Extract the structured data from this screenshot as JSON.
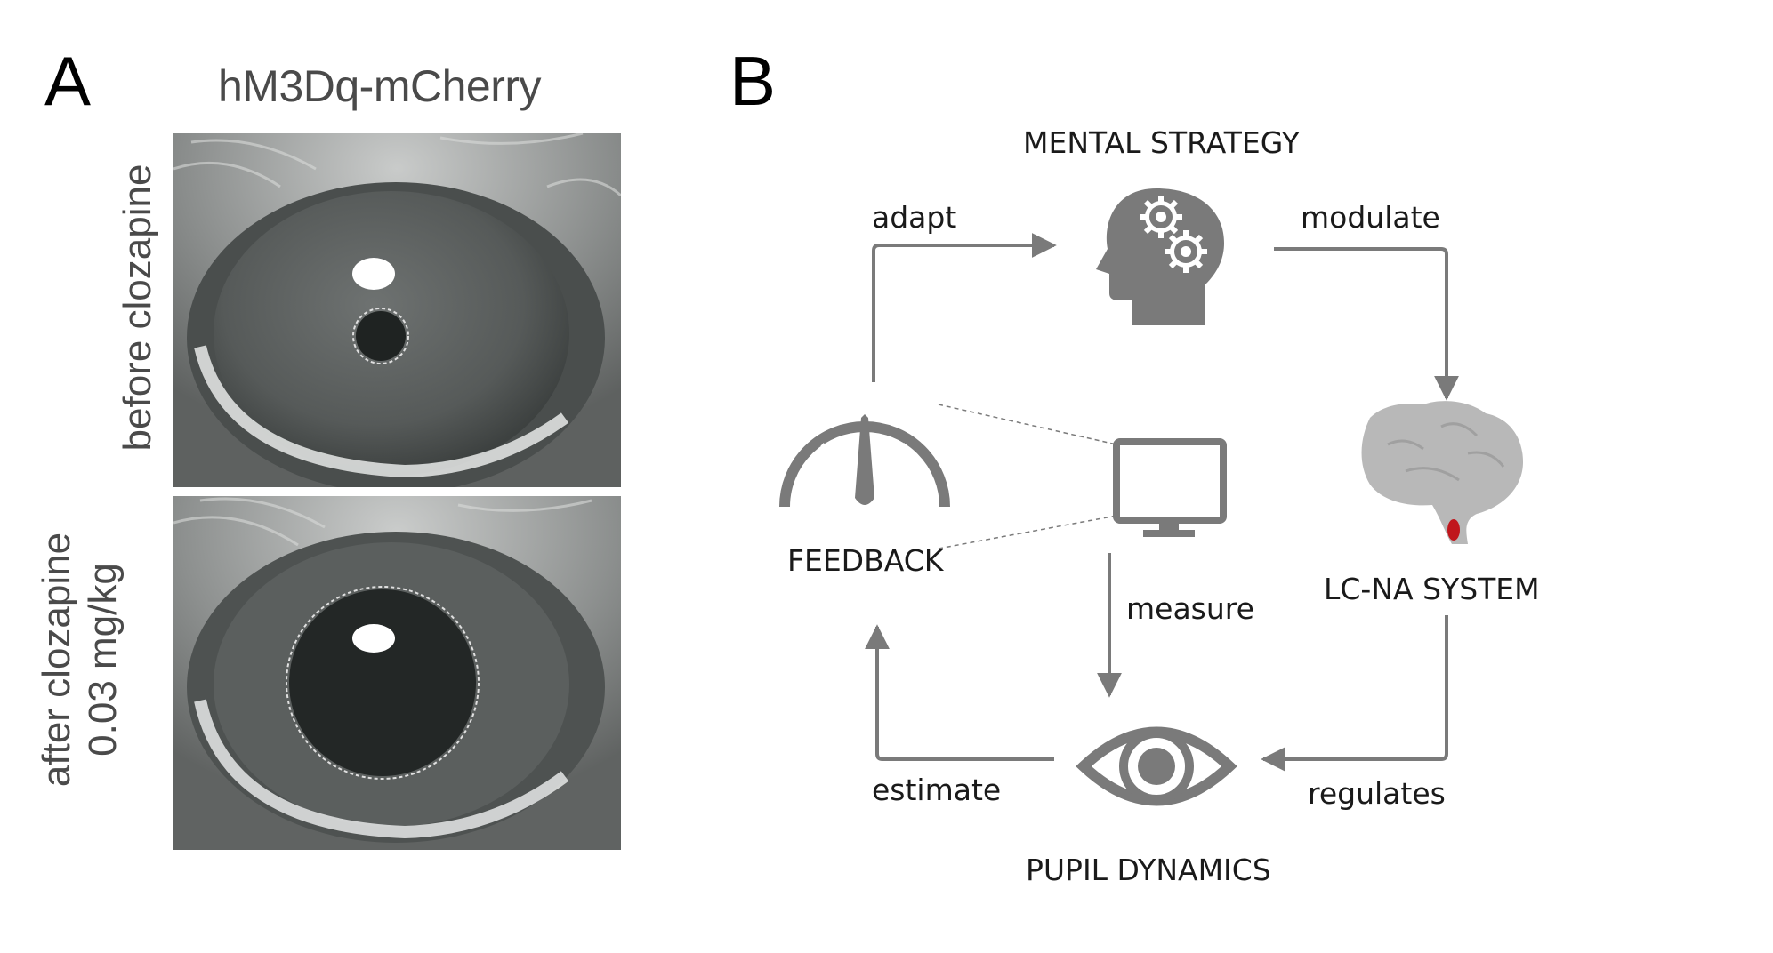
{
  "panel_a": {
    "letter": "A",
    "title": "hM3Dq-mCherry",
    "row_labels": {
      "before": [
        "before clozapine"
      ],
      "after": [
        "after clozapine",
        "0.03 mg/kg"
      ]
    }
  },
  "panel_b": {
    "letter": "B",
    "nodes": {
      "mental_strategy": "MENTAL STRATEGY",
      "lc_na_system": "LC-NA SYSTEM",
      "pupil_dynamics": "PUPIL DYNAMICS",
      "feedback": "FEEDBACK"
    },
    "edges": {
      "adapt": "adapt",
      "modulate": "modulate",
      "regulates": "regulates",
      "estimate": "estimate",
      "measure": "measure"
    },
    "icons": [
      "head-gears-icon",
      "brain-icon",
      "eye-icon",
      "gauge-icon",
      "monitor-icon"
    ],
    "colors": {
      "diagram_gray": "#7a7a7a",
      "lc_highlight": "#c0161c"
    }
  }
}
